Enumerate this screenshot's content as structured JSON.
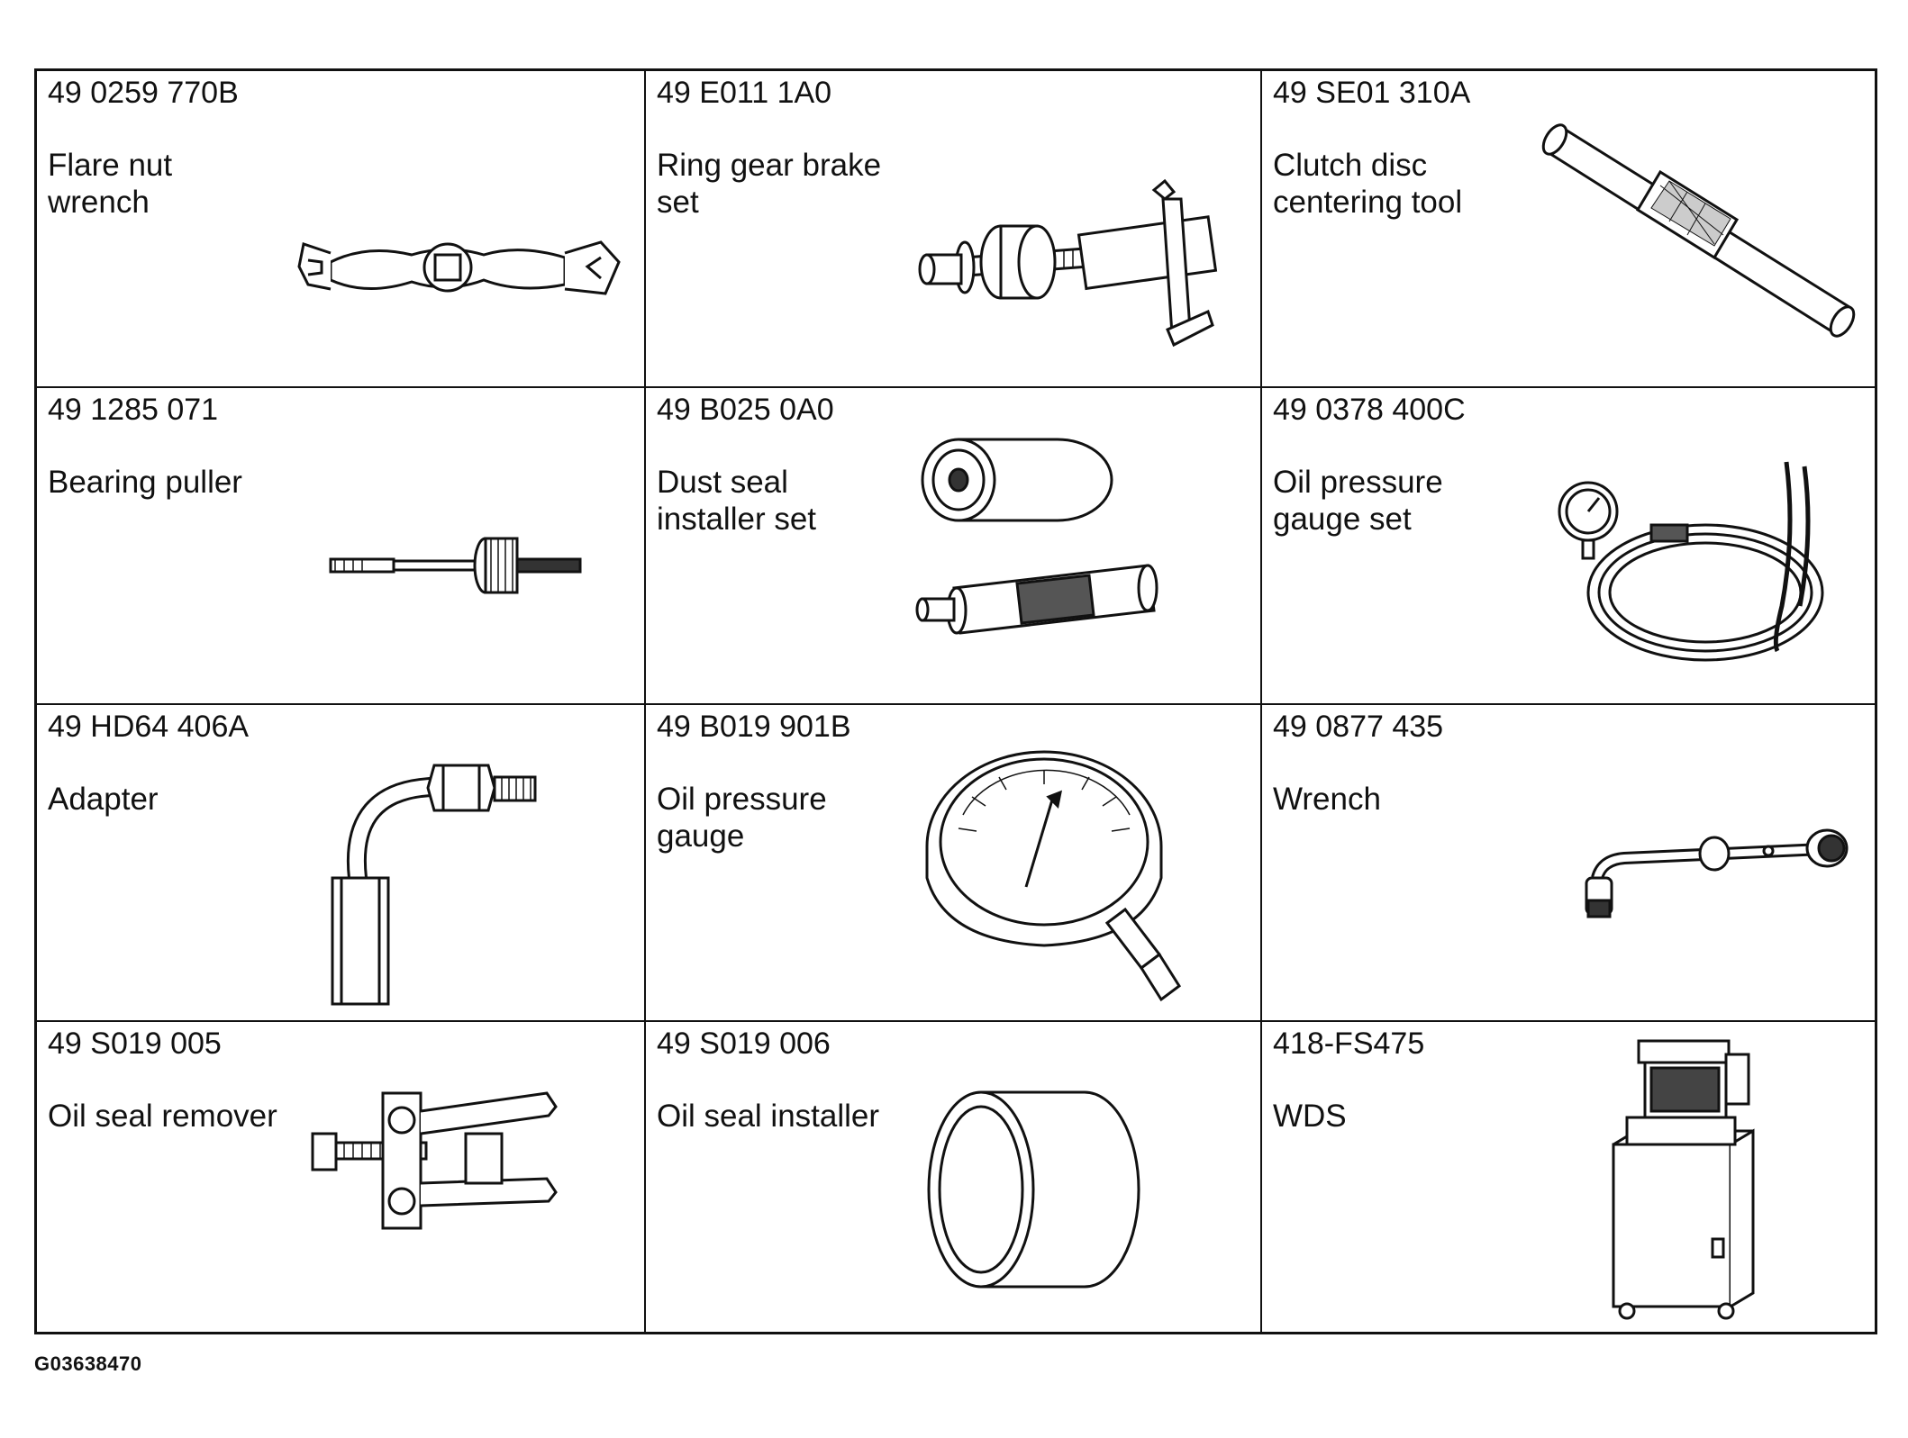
{
  "tools": [
    {
      "code": "49 0259 770B",
      "name": "Flare nut wrench",
      "icon": "flare-nut-wrench"
    },
    {
      "code": "49 E011 1A0",
      "name": "Ring gear brake set",
      "icon": "ring-gear-brake-set"
    },
    {
      "code": "49 SE01 310A",
      "name": "Clutch disc centering tool",
      "icon": "clutch-disc-centering-tool"
    },
    {
      "code": "49 1285 071",
      "name": "Bearing puller",
      "icon": "bearing-puller"
    },
    {
      "code": "49 B025 0A0",
      "name": "Dust seal installer set",
      "icon": "dust-seal-installer-set"
    },
    {
      "code": "49 0378 400C",
      "name": "Oil pressure gauge set",
      "icon": "oil-pressure-gauge-set"
    },
    {
      "code": "49 HD64 406A",
      "name": "Adapter",
      "icon": "adapter"
    },
    {
      "code": "49 B019 901B",
      "name": "Oil pressure gauge",
      "icon": "oil-pressure-gauge"
    },
    {
      "code": "49 0877 435",
      "name": "Wrench",
      "icon": "wrench"
    },
    {
      "code": "49 S019 005",
      "name": "Oil seal remover",
      "icon": "oil-seal-remover"
    },
    {
      "code": "49 S019 006",
      "name": "Oil seal installer",
      "icon": "oil-seal-installer"
    },
    {
      "code": "418-FS475",
      "name": "WDS",
      "icon": "wds-station"
    }
  ],
  "figure_id": "G03638470"
}
